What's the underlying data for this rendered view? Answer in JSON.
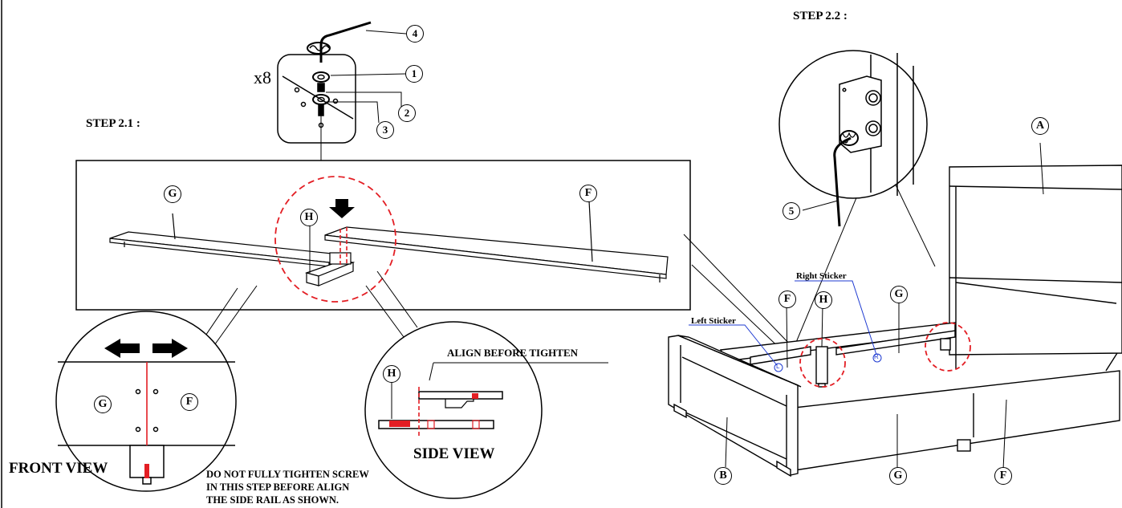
{
  "steps": {
    "step_2_1": "STEP 2.1 :",
    "step_2_2": "STEP 2.2 :"
  },
  "quantity": "x8",
  "hardware_callouts": {
    "n1": "1",
    "n2": "2",
    "n3": "3",
    "n4": "4",
    "n5": "5"
  },
  "part_labels": {
    "A": "A",
    "B": "B",
    "F": "F",
    "G": "G",
    "H": "H"
  },
  "views": {
    "front": "FRONT VIEW",
    "side": "SIDE VIEW"
  },
  "align_note": "ALIGN BEFORE  TIGHTEN",
  "warning_lines": [
    "DO NOT FULLY TIGHTEN SCREW",
    "IN THIS STEP BEFORE ALIGN",
    "THE SIDE RAIL AS SHOWN."
  ],
  "stickers": {
    "left": "Left Sticker",
    "right": "Right Sticker",
    "left_mark": "L",
    "right_mark": "R"
  },
  "colors": {
    "ink": "#000000",
    "highlight": "#e31e24",
    "leader": "#1f3bd1"
  }
}
